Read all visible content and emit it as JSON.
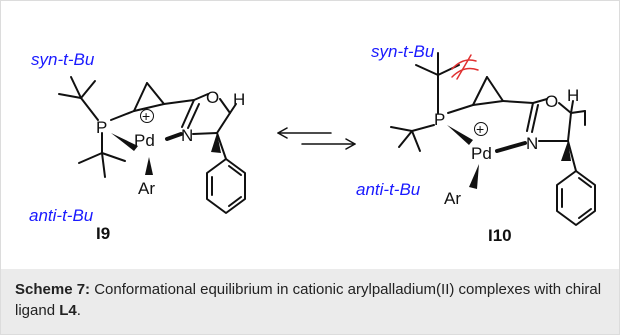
{
  "scheme": {
    "left": {
      "syn_label": "syn-t-Bu",
      "anti_label": "anti-t-Bu",
      "atoms": {
        "P": "P",
        "Pd": "Pd",
        "N": "N",
        "O": "O",
        "H": "H",
        "Ar": "Ar",
        "charge": "+"
      },
      "compound_id": "I9"
    },
    "right": {
      "syn_label": "syn-t-Bu",
      "anti_label": "anti-t-Bu",
      "atoms": {
        "P": "P",
        "Pd": "Pd",
        "N": "N",
        "O": "O",
        "H": "H",
        "Ar": "Ar",
        "charge": "+"
      },
      "compound_id": "I10"
    }
  },
  "caption": {
    "label": "Scheme 7:",
    "text": " Conformational equilibrium in cationic arylpalladium(II) complexes with chiral ligand ",
    "ligand": "L4",
    "end": "."
  },
  "colors": {
    "label_blue": "#1a1aff",
    "clash_red": "#e03030",
    "caption_bg": "#ebebeb"
  }
}
